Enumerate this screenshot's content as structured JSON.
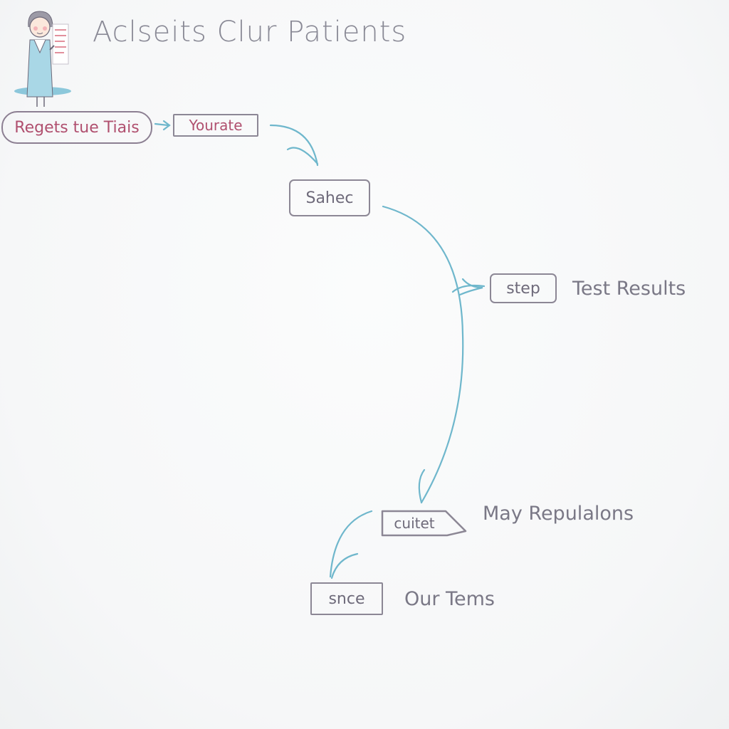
{
  "title": "Aclseits Clur Patients",
  "nodes": {
    "start": "Regets tue Tiais",
    "yourate": "Yourate",
    "sahec": "Sahec",
    "step": "step",
    "cuitet": "cuitet",
    "snce": "snce"
  },
  "labels": {
    "test_results": "Test Results",
    "may_repulalons": "May Repulalons",
    "our_tems": "Our Tems"
  },
  "colors": {
    "arrow": "#6fb7cc",
    "node_border": "#8c8795",
    "pink_text": "#b0506f"
  },
  "icons": [
    "doctor-illustration",
    "arrow-right-icon"
  ]
}
